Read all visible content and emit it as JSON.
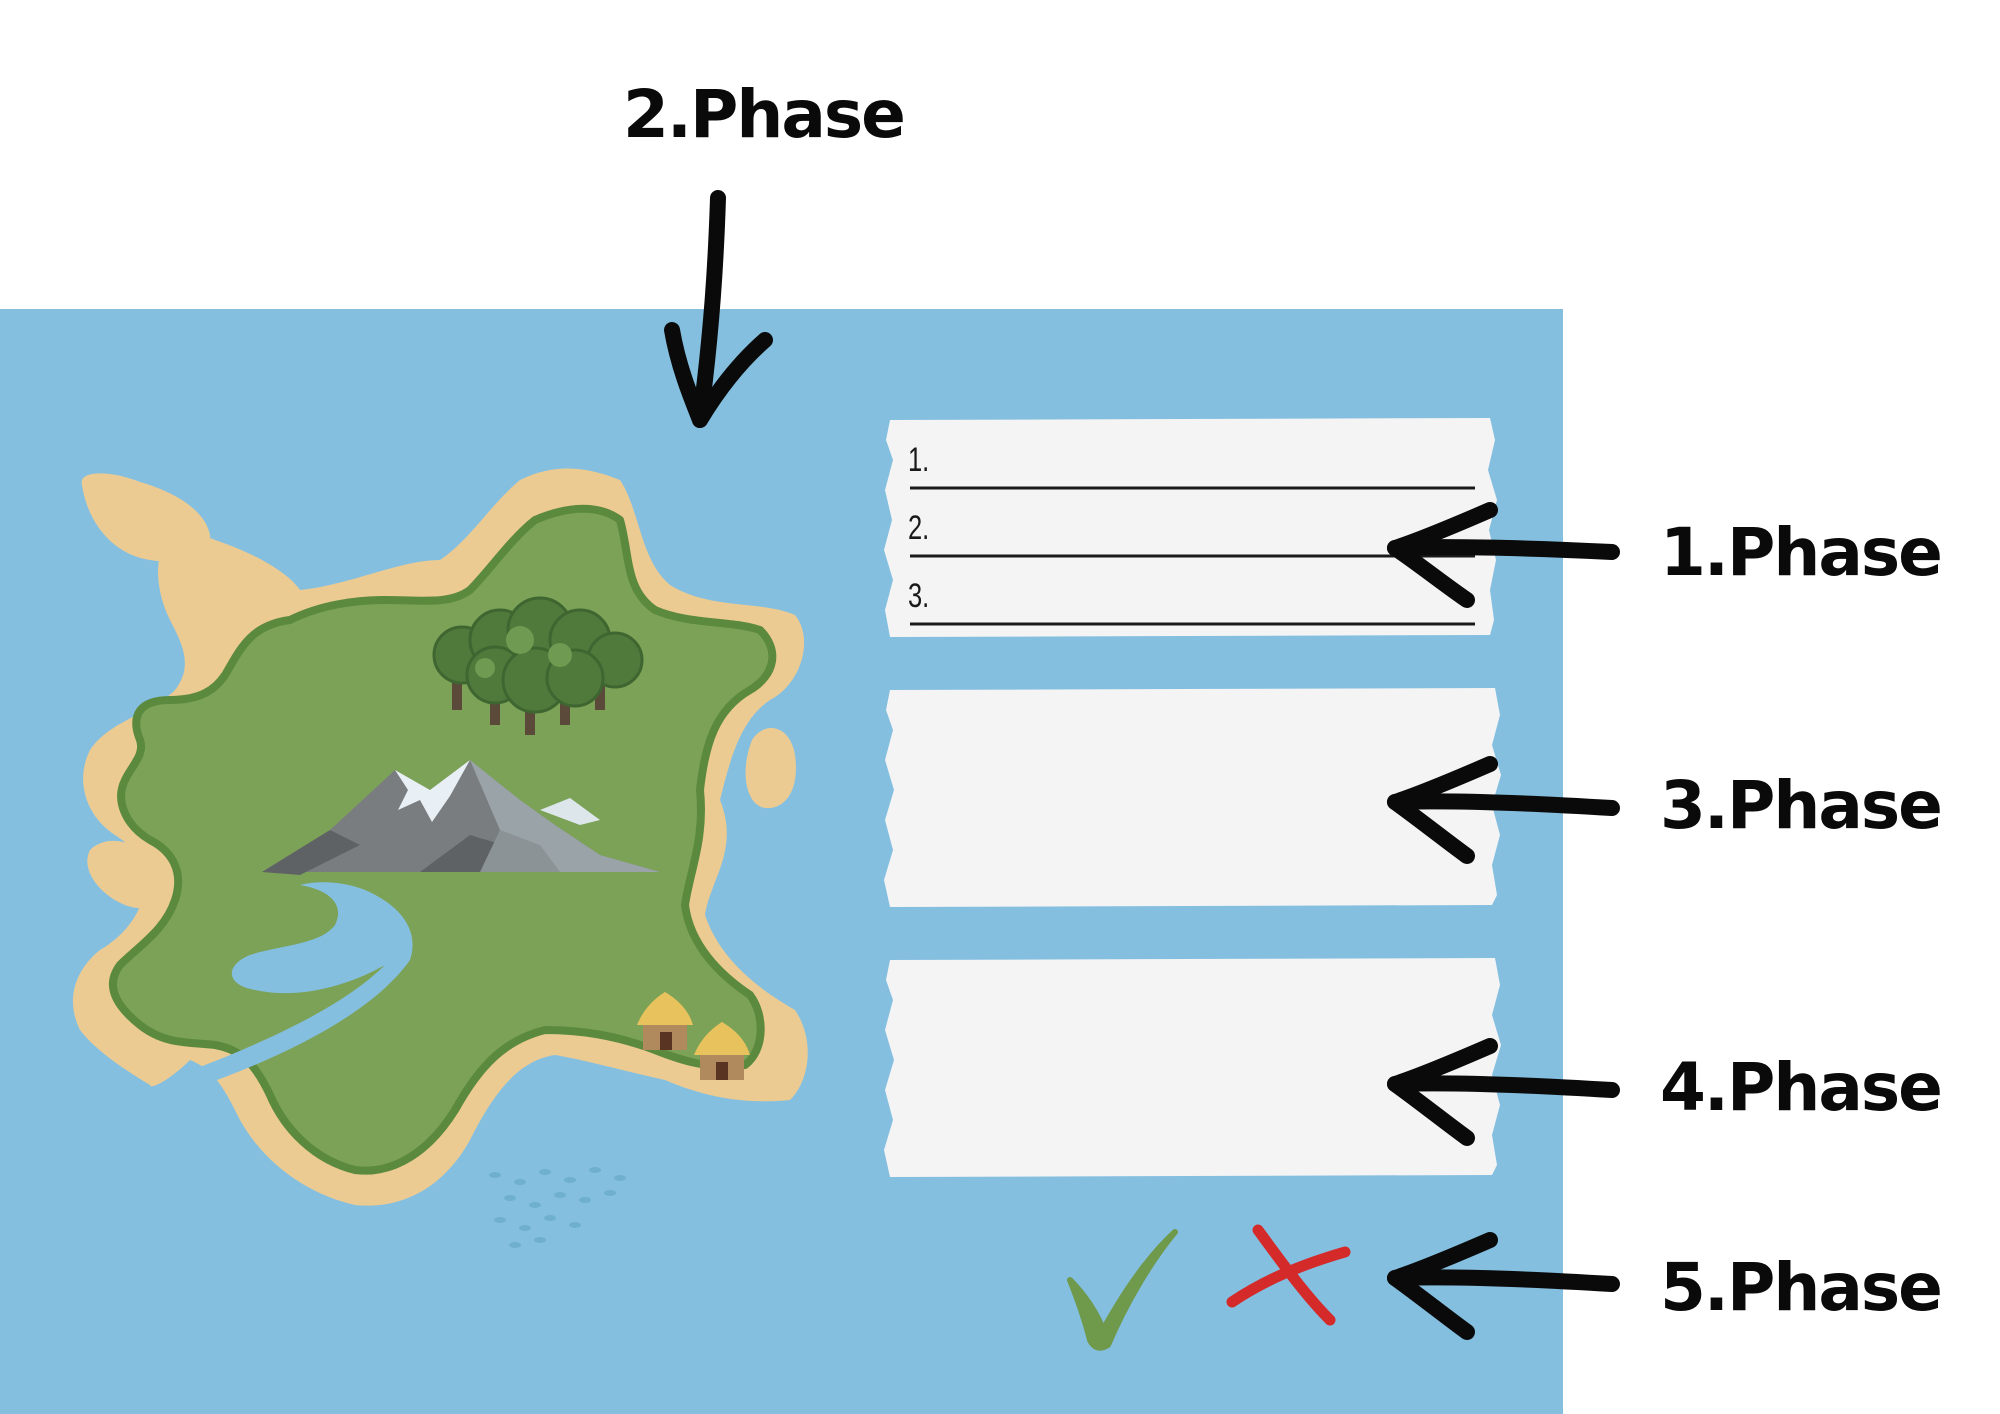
{
  "labels": {
    "phase_1": "1.Phase",
    "phase_2": "2.Phase",
    "phase_3": "3.Phase",
    "phase_4": "4.Phase",
    "phase_5": "5.Phase"
  },
  "list_panel": {
    "items": [
      "1.",
      "2.",
      "3."
    ]
  },
  "icons": {
    "confirm": "check-icon",
    "reject": "cross-icon"
  },
  "colors": {
    "sea": "#85bfe0",
    "paper": "#f4f4f4",
    "sand": "#eccb92",
    "land": "#7ca257",
    "land_edge": "#5b8a3e",
    "check": "#6f9a4c",
    "cross": "#d42a2a",
    "ink": "#0a0a0a"
  }
}
